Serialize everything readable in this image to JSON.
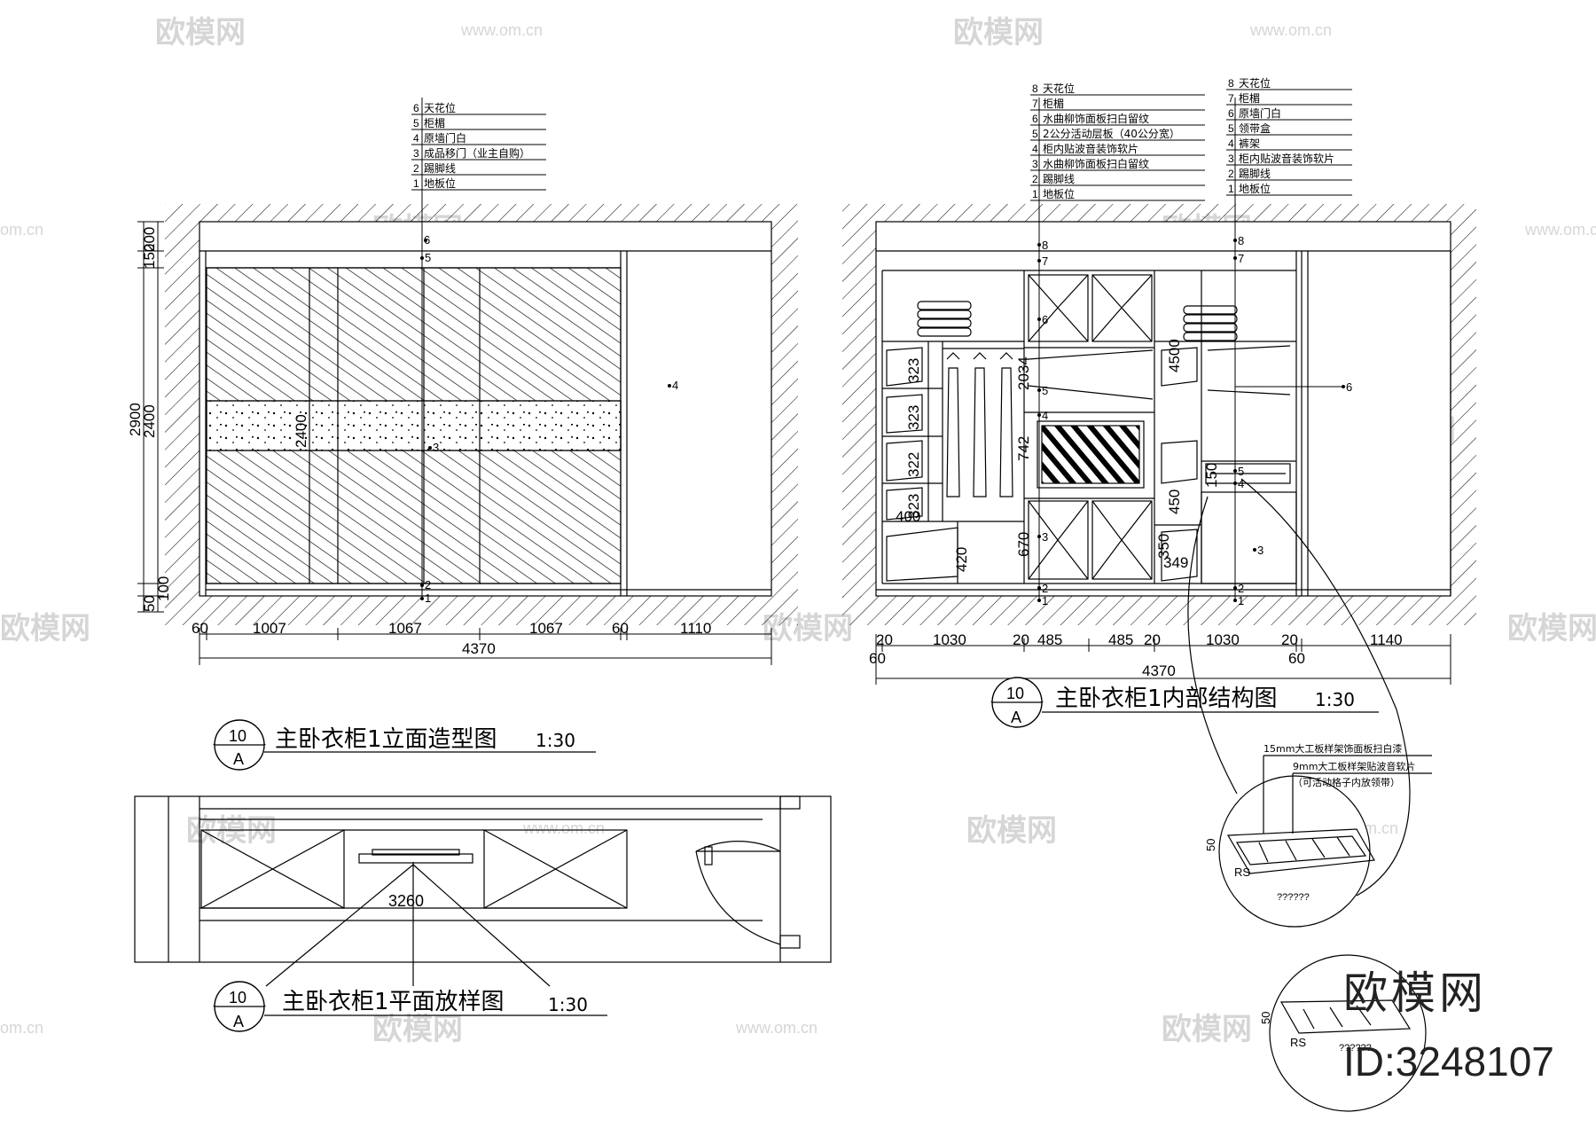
{
  "watermark": {
    "text": "欧模网",
    "url": "www.om.cn",
    "url_short": "om.cn"
  },
  "brand": {
    "text": "欧模网",
    "id": "ID:3248107"
  },
  "elevation": {
    "title": "主卧衣柜1立面造型图",
    "scale": "1:30",
    "symbol": {
      "number": "10",
      "sheet": "A"
    },
    "legend": [
      {
        "no": "6",
        "text": "天花位"
      },
      {
        "no": "5",
        "text": "柜楣"
      },
      {
        "no": "4",
        "text": "原墙门白"
      },
      {
        "no": "3",
        "text": "成品移门（业主自购）"
      },
      {
        "no": "2",
        "text": "踢脚线"
      },
      {
        "no": "1",
        "text": "地板位"
      }
    ],
    "markers": [
      "6",
      "5",
      "4",
      "3",
      "2",
      "1"
    ],
    "dims_left": [
      "200",
      "150",
      "2900",
      "2400",
      "50",
      "100"
    ],
    "dim_center": "2400",
    "dims_bottom": [
      "60",
      "1007",
      "1067",
      "1067",
      "60",
      "1110"
    ],
    "total": "4370"
  },
  "interior": {
    "title": "主卧衣柜1内部结构图",
    "scale": "1:30",
    "symbol": {
      "number": "10",
      "sheet": "A"
    },
    "legend_left": [
      {
        "no": "8",
        "text": "天花位"
      },
      {
        "no": "7",
        "text": "柜楣"
      },
      {
        "no": "6",
        "text": "水曲柳饰面板扫白留纹"
      },
      {
        "no": "5",
        "text": "2公分活动层板（40公分宽）"
      },
      {
        "no": "4",
        "text": "柜内贴波音装饰软片"
      },
      {
        "no": "3",
        "text": "水曲柳饰面板扫白留纹"
      },
      {
        "no": "2",
        "text": "踢脚线"
      },
      {
        "no": "1",
        "text": "地板位"
      }
    ],
    "legend_right": [
      {
        "no": "8",
        "text": "天花位"
      },
      {
        "no": "7",
        "text": "柜楣"
      },
      {
        "no": "6",
        "text": "原墙门白"
      },
      {
        "no": "5",
        "text": "领带盒"
      },
      {
        "no": "4",
        "text": "裤架"
      },
      {
        "no": "3",
        "text": "柜内贴波音装饰软片"
      },
      {
        "no": "2",
        "text": "踢脚线"
      },
      {
        "no": "1",
        "text": "地板位"
      }
    ],
    "dims_inner": [
      "323",
      "323",
      "322",
      "323",
      "400",
      "420",
      "2034",
      "742",
      "670",
      "450",
      "4500",
      "350",
      "349",
      "150"
    ],
    "dims_bottom": [
      "20",
      "1030",
      "20",
      "485",
      "485",
      "20",
      "1030",
      "20",
      "1140"
    ],
    "dims_bottom2": [
      "60",
      "60"
    ],
    "total": "4370"
  },
  "plan": {
    "title": "主卧衣柜1平面放样图",
    "scale": "1:30",
    "symbol": {
      "number": "10",
      "sheet": "A"
    },
    "dim": "3260"
  },
  "details": {
    "labels": [
      "15mm大工板样架饰面板扫白漆",
      "9mm大工板样架贴波音软片",
      "（可活动格子内放领带）"
    ],
    "dim_a": "50",
    "dim_b": "RS",
    "note": "??????"
  }
}
